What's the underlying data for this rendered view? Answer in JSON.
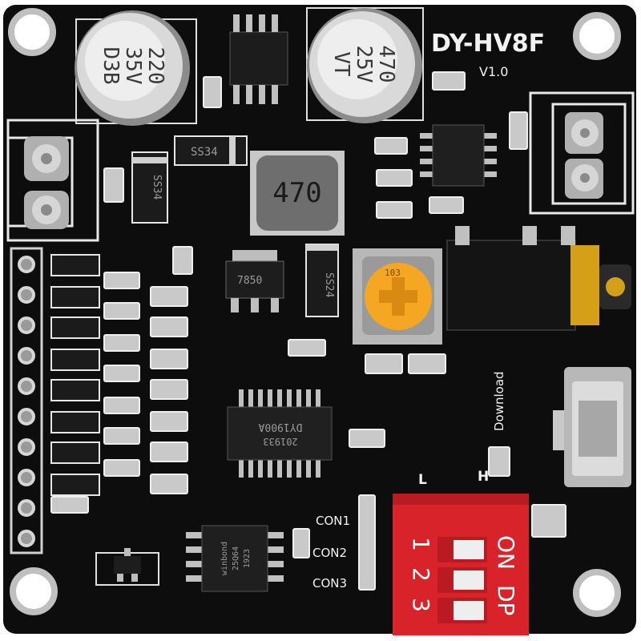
{
  "board": {
    "name": "DY-HV8F",
    "version": "V1.0",
    "download_label": "Download",
    "switch_low": "L",
    "switch_high": "H",
    "con_labels": [
      "CON1",
      "CON2",
      "CON3"
    ]
  },
  "capacitors": {
    "left": {
      "line1": "220",
      "line2": "35V",
      "line3": "D3B"
    },
    "right": {
      "line1": "470",
      "line2": "25V",
      "line3": "VT"
    }
  },
  "inductor_marking": "470",
  "diodes": {
    "upper": "SS34",
    "middle": "SS34",
    "lower": "SS24"
  },
  "regulator_marking": "7850",
  "potentiometer_marking": "103",
  "main_chip": {
    "line1": "201933",
    "line2": "DY1900A"
  },
  "flash_chip": {
    "line1": "winbond",
    "line2": "25Q64",
    "line3": "1923"
  },
  "dip_switch": {
    "label_on": "ON",
    "label_dp": "DP",
    "positions": [
      "1",
      "2",
      "3"
    ],
    "color": "#d8232a"
  },
  "colors": {
    "pcb": "#0d0d0d",
    "silkscreen": "#f2f2f2",
    "pads": "#c9c9c9",
    "dip_switch": "#d8232a",
    "potentiometer": "#f5a623"
  }
}
